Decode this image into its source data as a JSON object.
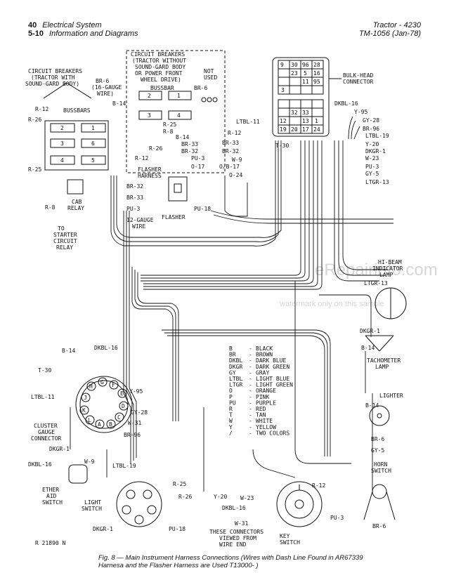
{
  "header": {
    "page_number": "40",
    "section_number": "5-10",
    "section_title": "Electrical System",
    "subtitle": "Information and Diagrams",
    "model": "Tractor - 4230",
    "manual": "TM-1056 (Jan-78)"
  },
  "labels": {
    "cb_sound_gard": [
      "CIRCUIT BREAKERS",
      "(TRACTOR WITH",
      "SOUND-GARD BODY)"
    ],
    "cb_without": [
      "CIRCUIT BREAKERS",
      "(TRACTOR WITHOUT",
      "SOUND-GARD BODY",
      "OR POWER FRONT",
      "WHEEL DRIVE)"
    ],
    "not_used": [
      "NOT",
      "USED"
    ],
    "bulkhead": [
      "BULK-HEAD",
      "CONNECTOR"
    ],
    "busbars": "BUSSBARS",
    "bussbar": "BUSSBAR",
    "br6_gauge": [
      "BR-6",
      "(16-GAUGE",
      "WIRE)"
    ],
    "flasher_harness": [
      "FLASHER",
      "HARNESS"
    ],
    "flasher": "FLASHER",
    "cab_relay": [
      "CAB",
      "RELAY"
    ],
    "to_starter": [
      "TO",
      "STARTER",
      "CIRCUIT",
      "RELAY"
    ],
    "gauge_wire": [
      "12-GAUGE",
      "WIRE"
    ],
    "hibeam": [
      "HI-BEAM",
      "INDICATOR",
      "LAMP"
    ],
    "tach_lamp": [
      "TACHOMETER",
      "LAMP"
    ],
    "lighter": "LIGHTER",
    "horn": [
      "HORN",
      "SWITCH"
    ],
    "cluster": [
      "CLUSTER",
      "GAUGE",
      "CONNECTOR"
    ],
    "ether": [
      "ETHER",
      "AID",
      "SWITCH"
    ],
    "light_switch": [
      "LIGHT",
      "SWITCH"
    ],
    "key_switch": [
      "KEY",
      "SWITCH"
    ],
    "these_connectors": [
      "THESE CONNECTORS",
      "VIEWED FROM",
      "WIRE END"
    ],
    "ref": "R 21890 N"
  },
  "wires": {
    "br14_top": "B-14",
    "r12_l": "R-12",
    "r26_l": "R-26",
    "r25_l": "R-25",
    "r8_l": "R-8",
    "br6_m": "BR-6",
    "r8_m": "R-8",
    "r25_m": "R-25",
    "b14_m": "B-14",
    "br33_m": "BR-33",
    "br32_m": "BR-32",
    "r26_m": "R-26",
    "r12_m": "R-12",
    "pu3_m": "PU-3",
    "o17": "O-17",
    "ob17": "O/B-17",
    "o24": "O-24",
    "br32_h": "BR-32",
    "br33_h": "BR-33",
    "pu3_h": "PU-3",
    "pu18_h": "PU-18",
    "ltbl11": "LTBL-11",
    "t30_c": "T-30",
    "r12_c": "R-12",
    "br33_c": "BR-33",
    "br32_c": "BR-32",
    "w9_c": "W-9",
    "dkbl16_r": "DKBL-16",
    "y95_r": "Y-95",
    "gy28_r": "GY-28",
    "br96_r": "BR-96",
    "ltbl19_r": "LTBL-19",
    "y20_r": "Y-20",
    "dkgr1_r": "DKGR-1",
    "w23_r": "W-23",
    "pu3_r": "PU-3",
    "gy5_r": "GY-5",
    "ltgr13_r": "LTGR-13",
    "ltgr13_hb": "LTGR-13",
    "dkgr1_hb": "DKGR-1",
    "b14_hb": "B-14",
    "b14_lt": "B-14",
    "br6_lt": "BR-6",
    "gy5_h": "GY-5",
    "br6_h": "BR-6",
    "b14_cl": "B-14",
    "dkbl16_cl": "DKBL-16",
    "t30_cl": "T-30",
    "ltbl11_cl": "LTBL-11",
    "y95_cl": "Y-95",
    "gy28_cl": "GY-28",
    "w31_cl": "W-31",
    "br96_cl": "BR-96",
    "dkgr1_cl": "DKGR-1",
    "dkbl16_e": "DKBL-16",
    "w9_e": "W-9",
    "ltbl19_ls": "LTBL-19",
    "r25_ls": "R-25",
    "r26_ls": "R-26",
    "dkgr1_ls": "DKGR-1",
    "pu18_ls": "PU-18",
    "y20_k": "Y-20",
    "w23_k": "W-23",
    "r12_k": "R-12",
    "dkbl16_k": "DKBL-16",
    "w31_k": "W-31",
    "pu3_k": "PU-3"
  },
  "breakers_left": [
    "2",
    "3",
    "4",
    "1",
    "6",
    "5"
  ],
  "breakers_mid": [
    "2",
    "3",
    "1"
  ],
  "breakers_mid_4": "4",
  "bulkhead_cells": [
    [
      "9",
      "30",
      "96",
      "28"
    ],
    [
      "23",
      "5",
      "16"
    ],
    [
      "11",
      "95"
    ],
    [
      "3"
    ],
    [
      "32",
      "33"
    ],
    [
      "12",
      "13",
      "1"
    ],
    [
      "19",
      "20",
      "17",
      "24"
    ]
  ],
  "cluster_pins": [
    "H",
    "G",
    "F",
    "E",
    "J",
    "D",
    "K",
    "C",
    "L",
    "A",
    "B"
  ],
  "color_codes": [
    {
      "code": "B",
      "name": "BLACK"
    },
    {
      "code": "BR",
      "name": "BROWN"
    },
    {
      "code": "DKBL",
      "name": "DARK BLUE"
    },
    {
      "code": "DKGR",
      "name": "DARK GREEN"
    },
    {
      "code": "GY",
      "name": "GRAY"
    },
    {
      "code": "LTBL",
      "name": "LIGHT BLUE"
    },
    {
      "code": "LTGR",
      "name": "LIGHT GREEN"
    },
    {
      "code": "O",
      "name": "ORANGE"
    },
    {
      "code": "P",
      "name": "PINK"
    },
    {
      "code": "PU",
      "name": "PURPLE"
    },
    {
      "code": "R",
      "name": "RED"
    },
    {
      "code": "T",
      "name": "TAN"
    },
    {
      "code": "W",
      "name": "WHITE"
    },
    {
      "code": "Y",
      "name": "YELLOW"
    },
    {
      "code": "/",
      "name": "TWO COLORS"
    }
  ],
  "watermark": {
    "main": "eRepairinfo.com",
    "sub": "watermark only on this sample"
  },
  "caption": "Fig. 8 — Main Instrument Harness Connections (Wires with Dash Line Found in AR67339 Harnesa and the Flasher Harness are Used T13000-          )"
}
